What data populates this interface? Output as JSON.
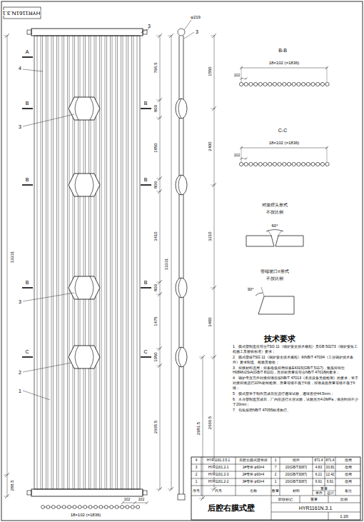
{
  "diagram": {
    "labels": [
      "HYR1161N.3.1",
      "3",
      "A",
      "4",
      "B",
      "B",
      "3",
      "B",
      "B",
      "B",
      "B",
      "3",
      "C",
      "C",
      "2",
      "1",
      "796.5",
      "800",
      "1850",
      "800",
      "3410",
      "800",
      "1475",
      "1050",
      "2665.5",
      "13331",
      "13331",
      "288.5",
      "18×102 (=1836)",
      "102",
      "102",
      "φ219",
      "3",
      "1550",
      "2400",
      "3210",
      "3400",
      "2666.5",
      "2981.5",
      "B-B",
      "18×102 (=1836)",
      "102",
      "C-C",
      "18×102 (=1836)",
      "102",
      "对接焊头形式",
      "不按比例",
      "60°",
      "管端坡口II形式",
      "不按比例",
      "30°",
      "技术要求",
      "1、膜式壁制造应符合TSG 11《锅炉安全技术规程》及GB 50273《锅炉安装工程施工及验收标准》要求；",
      "2、膜式壁按TSG 11《锅炉安全技术规程》和NB/T 47034《工业锅炉技术条件》要求制造、检验及验收；",
      "3、焊接材料选用：焊条电弧焊用焊条E4315(GB/T 5117)，氩弧焊焊丝H08Mn2SiA(GB/T 8110)，且焊材质量应符合NB/T 47018的要求；",
      "4、锅炉受压元件对接焊缝应按NB/T 47013《承压设备无损检测》的要求，管子对接焊缝进行10%射线检测，质量等级不低于II级，焊缝表面质量等级不低于II级；",
      "5、膜式壁管子制作完成后应进行通球试验，通球直径44.5mm；",
      "6、水冷壁制造完成后，厂内应进行水压试验，试验压力4.0MPa，保压时间不少于20min；",
      "7、包装按照NB/T 47055标准执行。",
      "4",
      "HYR1161.3.5.1",
      "后腔右膜式壁管排",
      "1",
      "组件",
      "871.4",
      "871.4",
      "借用",
      "3",
      "HYR1161.2-1",
      "1#弯管 φ60×4",
      "7",
      "20(GB/T3087)",
      "4.83",
      "33.81",
      "借用",
      "2",
      "HYR1161.2-3",
      "2#弯管 φ60×4",
      "2",
      "20(GB/T3087)",
      "6.21",
      "12.42",
      "借用",
      "1",
      "HYR1161.2-2",
      "3#弯管 φ60×4",
      "1",
      "20(GB/T3087)",
      "6.91",
      "6.91",
      "借用",
      "序号",
      "代号",
      "名称",
      "数量",
      "材料",
      "重量",
      "单件",
      "总计",
      "备注",
      "后腔右膜式壁",
      "阶段标记",
      "重量",
      "比例",
      "HYR1161N.3.1",
      "1:20"
    ]
  }
}
